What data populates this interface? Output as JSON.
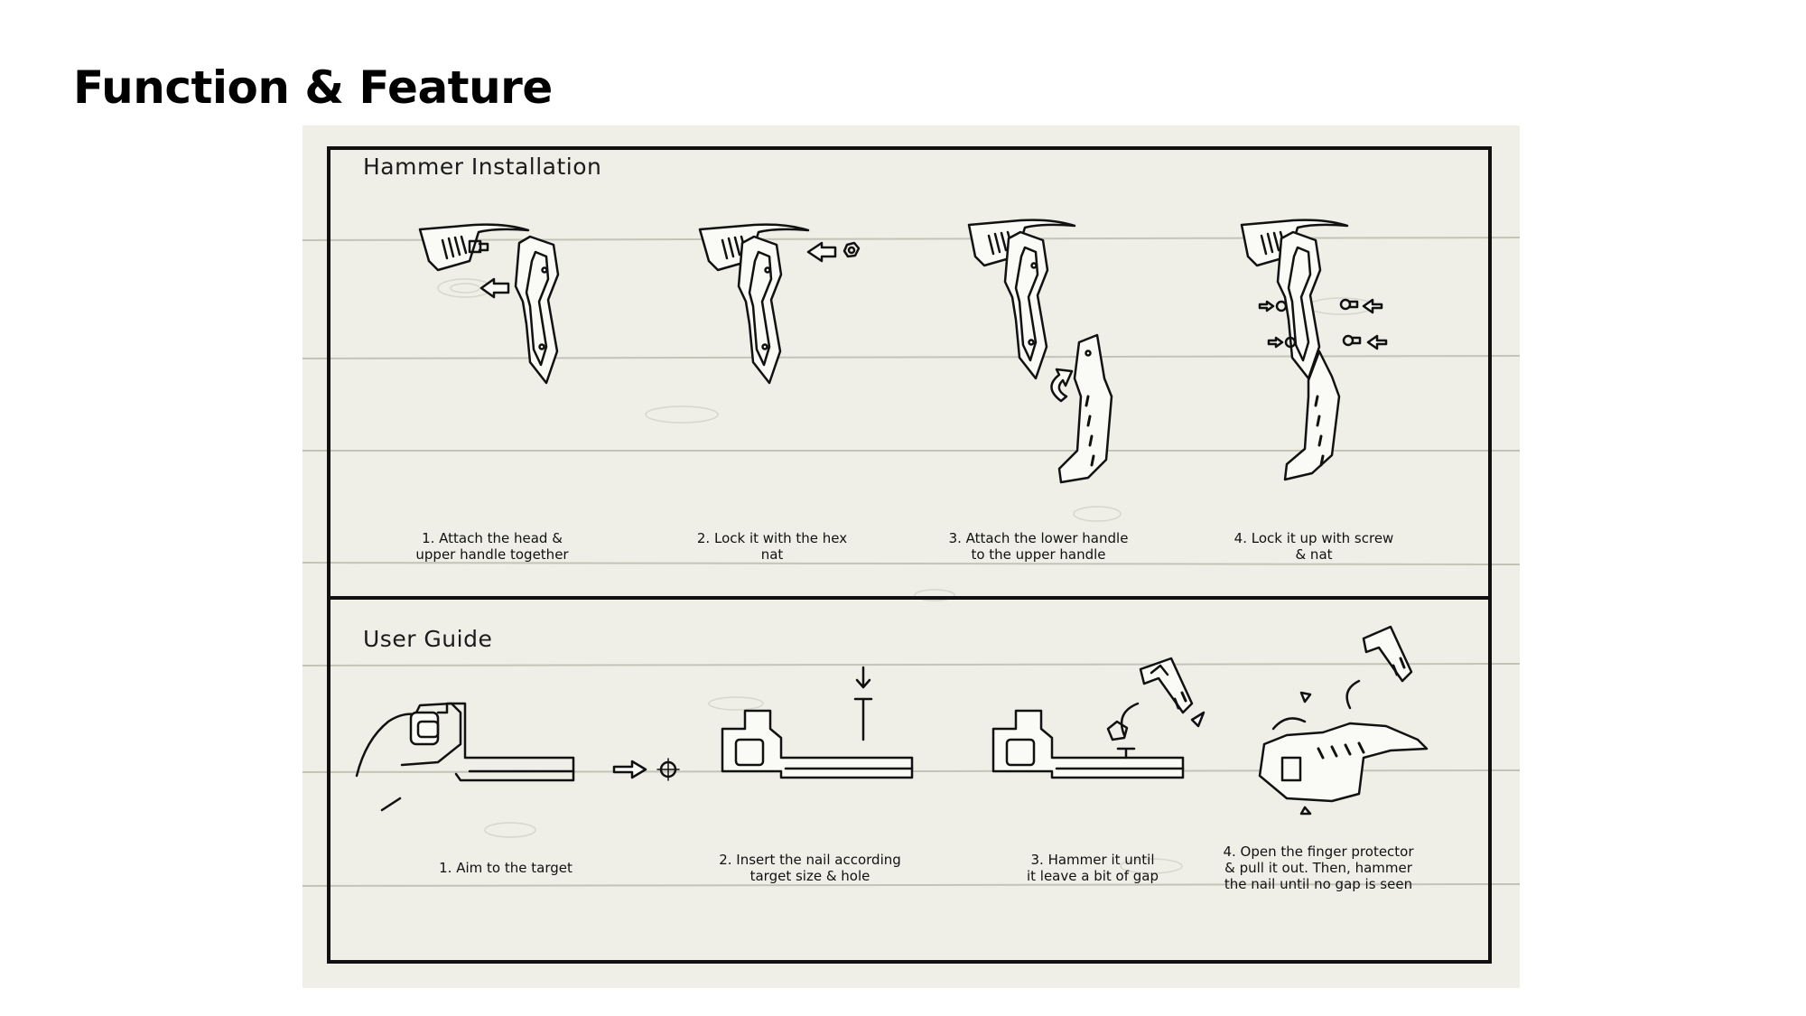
{
  "slide_title": "Function & Feature",
  "sections": {
    "installation": {
      "title": "Hammer Installation",
      "steps": [
        {
          "line1": "1. Attach the head &",
          "line2": "upper handle together"
        },
        {
          "line1": "2. Lock it with the hex",
          "line2": "nat"
        },
        {
          "line1": "3. Attach the lower handle",
          "line2": "to the upper handle"
        },
        {
          "line1": "4. Lock it up with screw",
          "line2": "& nat"
        }
      ]
    },
    "user_guide": {
      "title": "User Guide",
      "steps": [
        {
          "line1": "1. Aim to the target",
          "line2": "",
          "line3": ""
        },
        {
          "line1": "2. Insert the nail according",
          "line2": "target size & hole",
          "line3": ""
        },
        {
          "line1": "3. Hammer it until",
          "line2": "it leave a bit of gap",
          "line3": ""
        },
        {
          "line1": "4. Open the finger protector",
          "line2": "& pull it out. Then, hammer",
          "line3": "the nail until no gap is seen"
        }
      ]
    }
  },
  "colors": {
    "ink": "#111111",
    "wood": "#efefe7",
    "plank_line": "#c9c8bd"
  }
}
